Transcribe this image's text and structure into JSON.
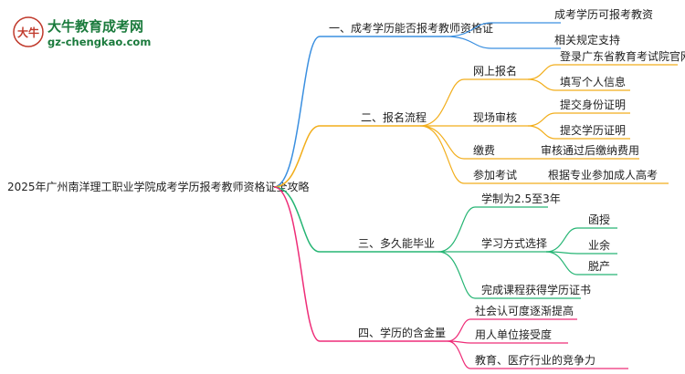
{
  "brand": {
    "logo_text": "大牛",
    "name": "大牛教育成考网",
    "url": "gz-chengkao.com"
  },
  "mindmap": {
    "root": "2025年广州南洋理工职业学院成考学历报考教师资格证全攻略",
    "branches": [
      {
        "label": "一、成考学历能否报考教师资格证",
        "color": "#3a8fe0",
        "children": [
          {
            "label": "成考学历可报考教资"
          },
          {
            "label": "相关规定支持"
          }
        ]
      },
      {
        "label": "二、报名流程",
        "color": "#f2ae1c",
        "children": [
          {
            "label": "网上报名",
            "children": [
              {
                "label": "登录广东省教育考试院官网"
              },
              {
                "label": "填写个人信息"
              }
            ]
          },
          {
            "label": "现场审核",
            "children": [
              {
                "label": "提交身份证明"
              },
              {
                "label": "提交学历证明"
              }
            ]
          },
          {
            "label": "缴费",
            "children": [
              {
                "label": "审核通过后缴纳费用"
              }
            ]
          },
          {
            "label": "参加考试",
            "children": [
              {
                "label": "根据专业参加成人高考"
              }
            ]
          }
        ]
      },
      {
        "label": "三、多久能毕业",
        "color": "#26b574",
        "children": [
          {
            "label": "学制为2.5至3年"
          },
          {
            "label": "学习方式选择",
            "children": [
              {
                "label": "函授"
              },
              {
                "label": "业余"
              },
              {
                "label": "脱产"
              }
            ]
          },
          {
            "label": "完成课程获得学历证书"
          }
        ]
      },
      {
        "label": "四、学历的含金量",
        "color": "#ee2d78",
        "children": [
          {
            "label": "社会认可度逐渐提高"
          },
          {
            "label": "用人单位接受度"
          },
          {
            "label": "教育、医疗行业的竞争力"
          }
        ]
      }
    ]
  }
}
